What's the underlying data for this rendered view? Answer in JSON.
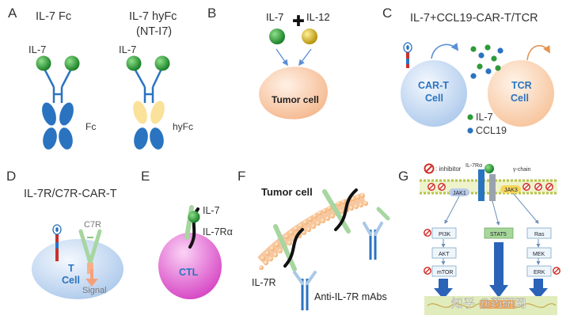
{
  "panels": {
    "a": {
      "letter": "A",
      "title_fc": "IL-7 Fc",
      "title_hyfc_1": "IL-7 hyFc",
      "title_hyfc_2": "(NT-I7)",
      "il7_left": "IL-7",
      "il7_right": "IL-7",
      "fc_label": "Fc",
      "hyfc_label": "hyFc"
    },
    "b": {
      "letter": "B",
      "il7": "IL-7",
      "il12": "IL-12",
      "plus": "✚",
      "tumor": "Tumor cell"
    },
    "c": {
      "letter": "C",
      "title": "IL-7+CCL19-CAR-T/TCR",
      "cart_1": "CAR-T",
      "cart_2": "Cell",
      "tcr_1": "TCR",
      "tcr_2": "Cell",
      "legend_il7": "IL-7",
      "legend_ccl19": "CCL19"
    },
    "d": {
      "letter": "D",
      "title": "IL-7R/C7R-CAR-T",
      "c7r": "C7R",
      "t": "T",
      "cell": "Cell",
      "signal": "Signal"
    },
    "e": {
      "letter": "E",
      "il7": "IL-7",
      "il7ra": "IL-7Rα",
      "ctl": "CTL"
    },
    "f": {
      "letter": "F",
      "tumor": "Tumor cell",
      "il7r": "IL-7R",
      "mabs": "Anti-IL-7R mAbs"
    },
    "g": {
      "letter": "G",
      "inhibitor": ": inhibitor",
      "il7ra": "IL-7Rα",
      "gamma": "γ-chain",
      "jak1": "JAK1",
      "jak3": "JAK3",
      "pi3k": "PI3K",
      "akt": "AKT",
      "mtor": "mTOR",
      "stat5": "STAT5",
      "ras": "Ras",
      "mek": "MEK",
      "erk": "ERK"
    },
    "watermark": "知乎 @药研网"
  },
  "colors": {
    "blue": "#2a73c0",
    "green": "#2e9a3a",
    "yellow": "#d8b400",
    "hyfc": "#fbe29a",
    "tumor": "#f9c9a6",
    "cart": "#c8dcf2",
    "tcr": "#fbd6b4",
    "ctl": "#e86cd4"
  }
}
